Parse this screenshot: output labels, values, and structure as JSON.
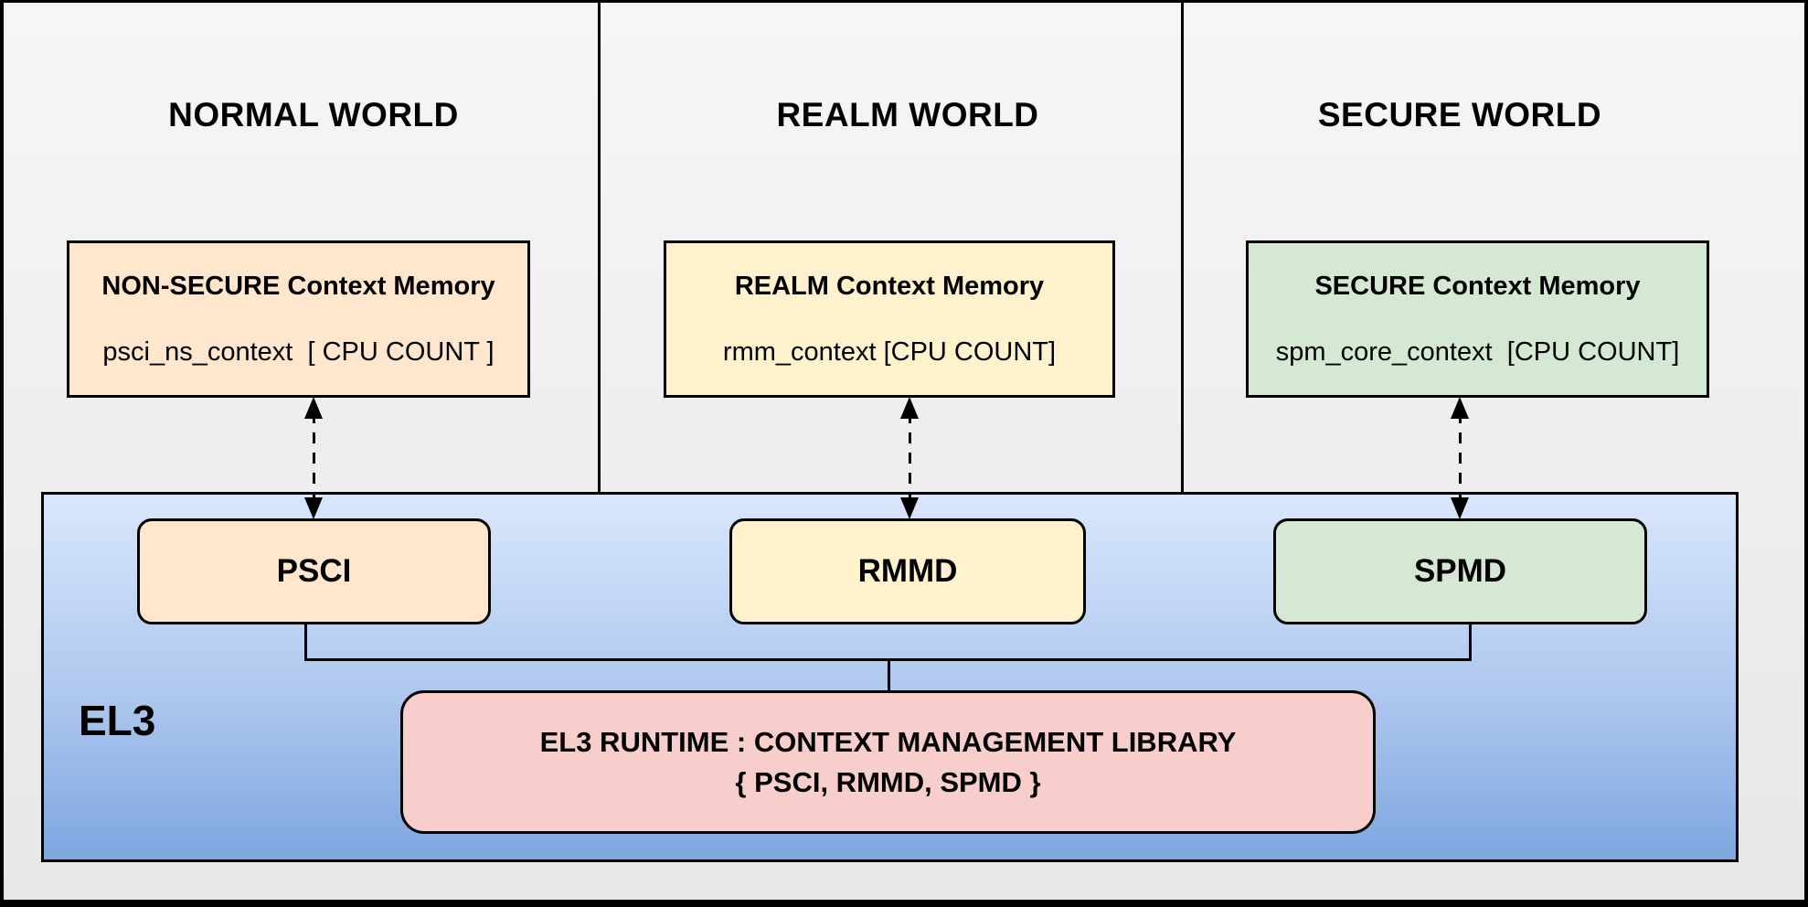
{
  "worlds": [
    {
      "title": "NORMAL WORLD",
      "context_title": "NON-SECURE Context Memory",
      "context_value": "psci_ns_context  [ CPU COUNT ]",
      "dispatcher": "PSCI",
      "fill": "#ffe6cc"
    },
    {
      "title": "REALM WORLD",
      "context_title": "REALM Context Memory",
      "context_value": "rmm_context [CPU COUNT]",
      "dispatcher": "RMMD",
      "fill": "#fff2cc"
    },
    {
      "title": "SECURE WORLD",
      "context_title": "SECURE Context Memory",
      "context_value": "spm_core_context  [CPU COUNT]",
      "dispatcher": "SPMD",
      "fill": "#d5e8d4"
    }
  ],
  "el3": {
    "label": "EL3",
    "runtime_line1": "EL3 RUNTIME : CONTEXT MANAGEMENT LIBRARY",
    "runtime_line2": "{ PSCI, RMMD, SPMD }",
    "runtime_fill": "#f8cecc"
  },
  "colors": {
    "normal_world_fill": "#ffe6cc",
    "realm_world_fill": "#fff2cc",
    "secure_world_fill": "#d5e8d4",
    "runtime_fill": "#f8cecc",
    "el3_gradient_top": "#d9e7fc",
    "el3_gradient_bottom": "#7ea6e0",
    "panel_background": "#efefef",
    "line": "#000000"
  }
}
